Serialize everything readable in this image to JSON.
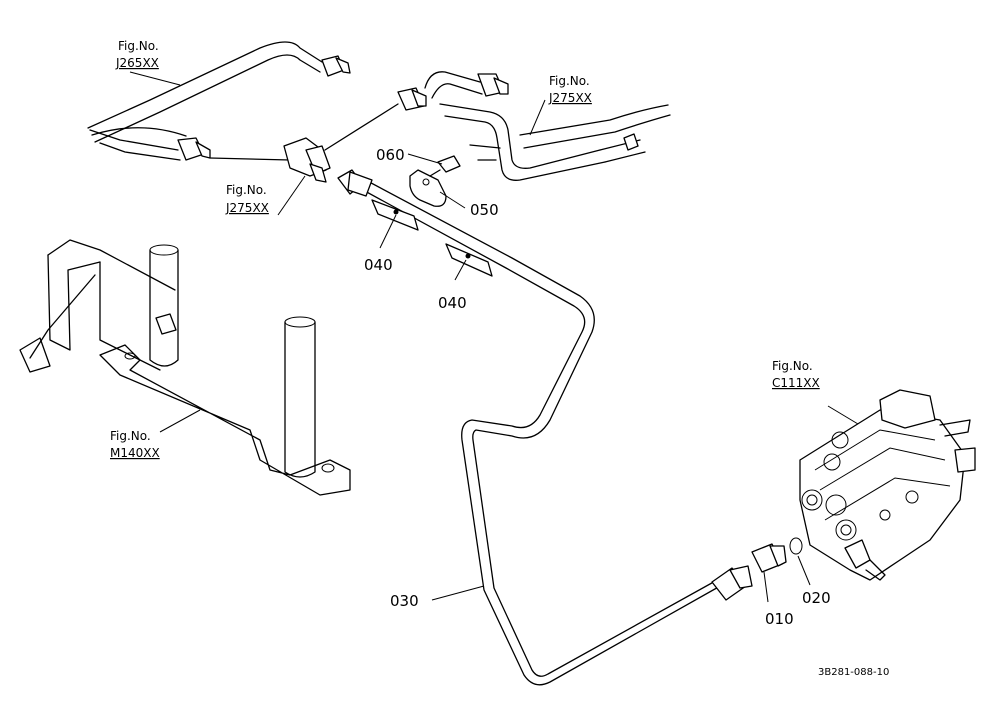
{
  "figure_refs": [
    {
      "label": "Fig.No.",
      "code": "J265XX"
    },
    {
      "label": "Fig.No.",
      "code": "J275XX"
    },
    {
      "label": "Fig.No.",
      "code": "J275XX"
    },
    {
      "label": "Fig.No.",
      "code": "M140XX"
    },
    {
      "label": "Fig.No.",
      "code": "C111XX"
    }
  ],
  "part_labels": [
    "060",
    "050",
    "040",
    "040",
    "030",
    "010",
    "020"
  ],
  "drawing_id": "3B281-088-10"
}
